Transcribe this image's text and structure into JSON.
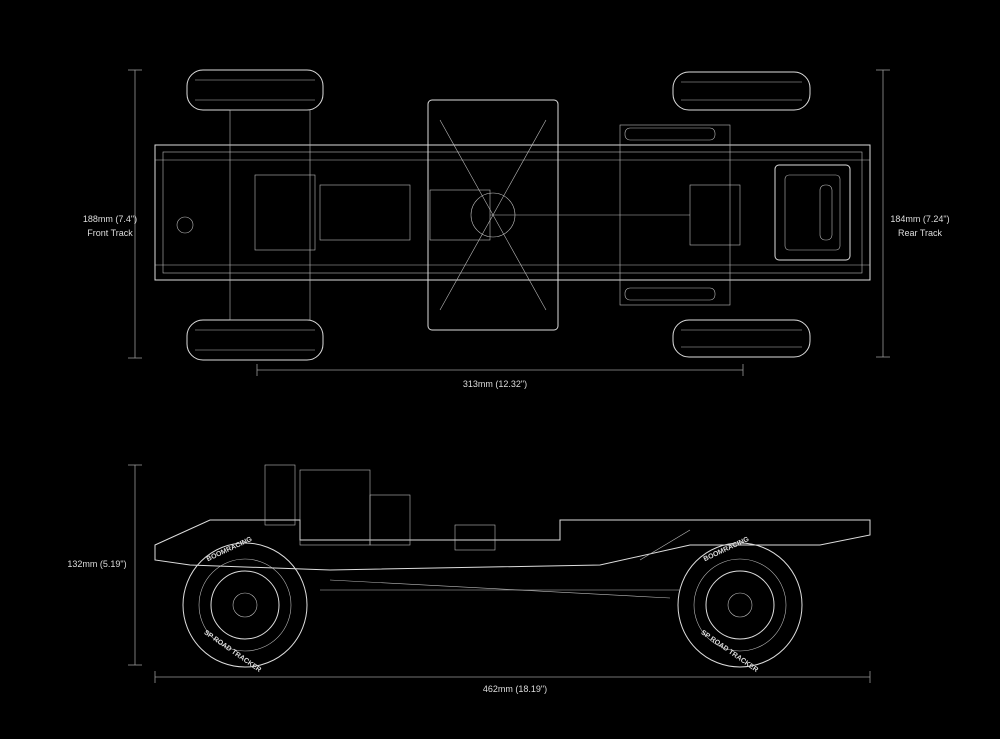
{
  "top_view": {
    "front_track": {
      "value": "188mm (7.4\")",
      "caption": "Front Track"
    },
    "rear_track": {
      "value": "184mm (7.24\")",
      "caption": "Rear Track"
    },
    "wheelbase": {
      "value": "313mm (12.32\")"
    }
  },
  "side_view": {
    "height": {
      "value": "132mm (5.19\")"
    },
    "length": {
      "value": "462mm (18.19\")"
    },
    "tire_brand": "BOOMRACING",
    "tire_model": "SP ROAD TRACKER"
  },
  "colors": {
    "background": "#000000",
    "lines": "#dddddd"
  }
}
